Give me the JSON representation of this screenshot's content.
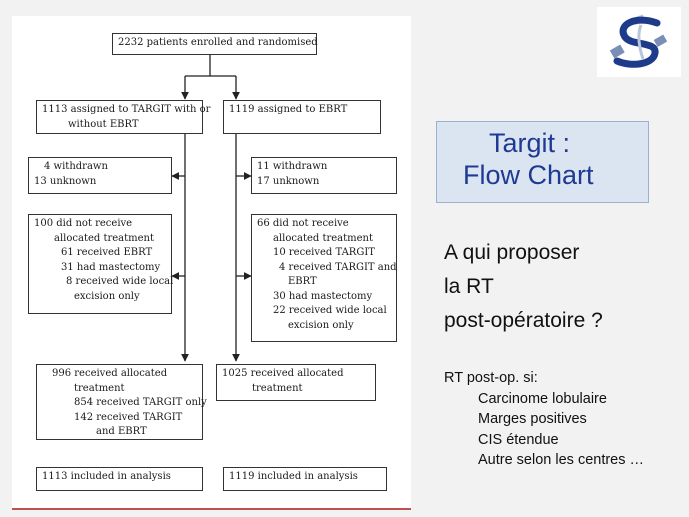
{
  "flowchart": {
    "enrolled": "2232 patients enrolled and randomised",
    "targit_arm": {
      "assigned": [
        "1113 assigned to TARGIT with or",
        "without EBRT"
      ],
      "withdrawn": [
        "4 withdrawn",
        "13 unknown"
      ],
      "not_received": [
        "100 did not receive",
        "allocated treatment",
        "61 received EBRT",
        "31 had mastectomy",
        "8 received wide local",
        "excision only"
      ],
      "received": [
        "996 received allocated",
        "treatment",
        "854 received TARGIT only",
        "142 received  TARGIT",
        "and EBRT"
      ],
      "analysis": "1113 included in analysis"
    },
    "ebrt_arm": {
      "assigned": [
        "1119 assigned to EBRT"
      ],
      "withdrawn": [
        "11 withdrawn",
        "17 unknown"
      ],
      "not_received": [
        "66 did not receive",
        "allocated treatment",
        "10 received TARGIT",
        "4 received TARGIT and",
        "EBRT",
        "30 had mastectomy",
        "22 received wide local",
        "excision only"
      ],
      "received": [
        "1025 received allocated",
        "treatment"
      ],
      "analysis": "1119 included in analysis"
    }
  },
  "slide": {
    "title": [
      "Targit :",
      "Flow Chart"
    ],
    "question": [
      "A qui proposer",
      "la RT",
      "post-opératoire  ?"
    ],
    "criteria_heading": "RT post-op. si:",
    "criteria": [
      "Carcinome lobulaire",
      "Marges positives",
      "CIS étendue",
      "Autre selon les centres …"
    ]
  },
  "logo": {
    "icon": "institution-logo-icon",
    "colors": [
      "#1e3a8a",
      "#7a8fb5",
      "#b9c6da"
    ]
  }
}
